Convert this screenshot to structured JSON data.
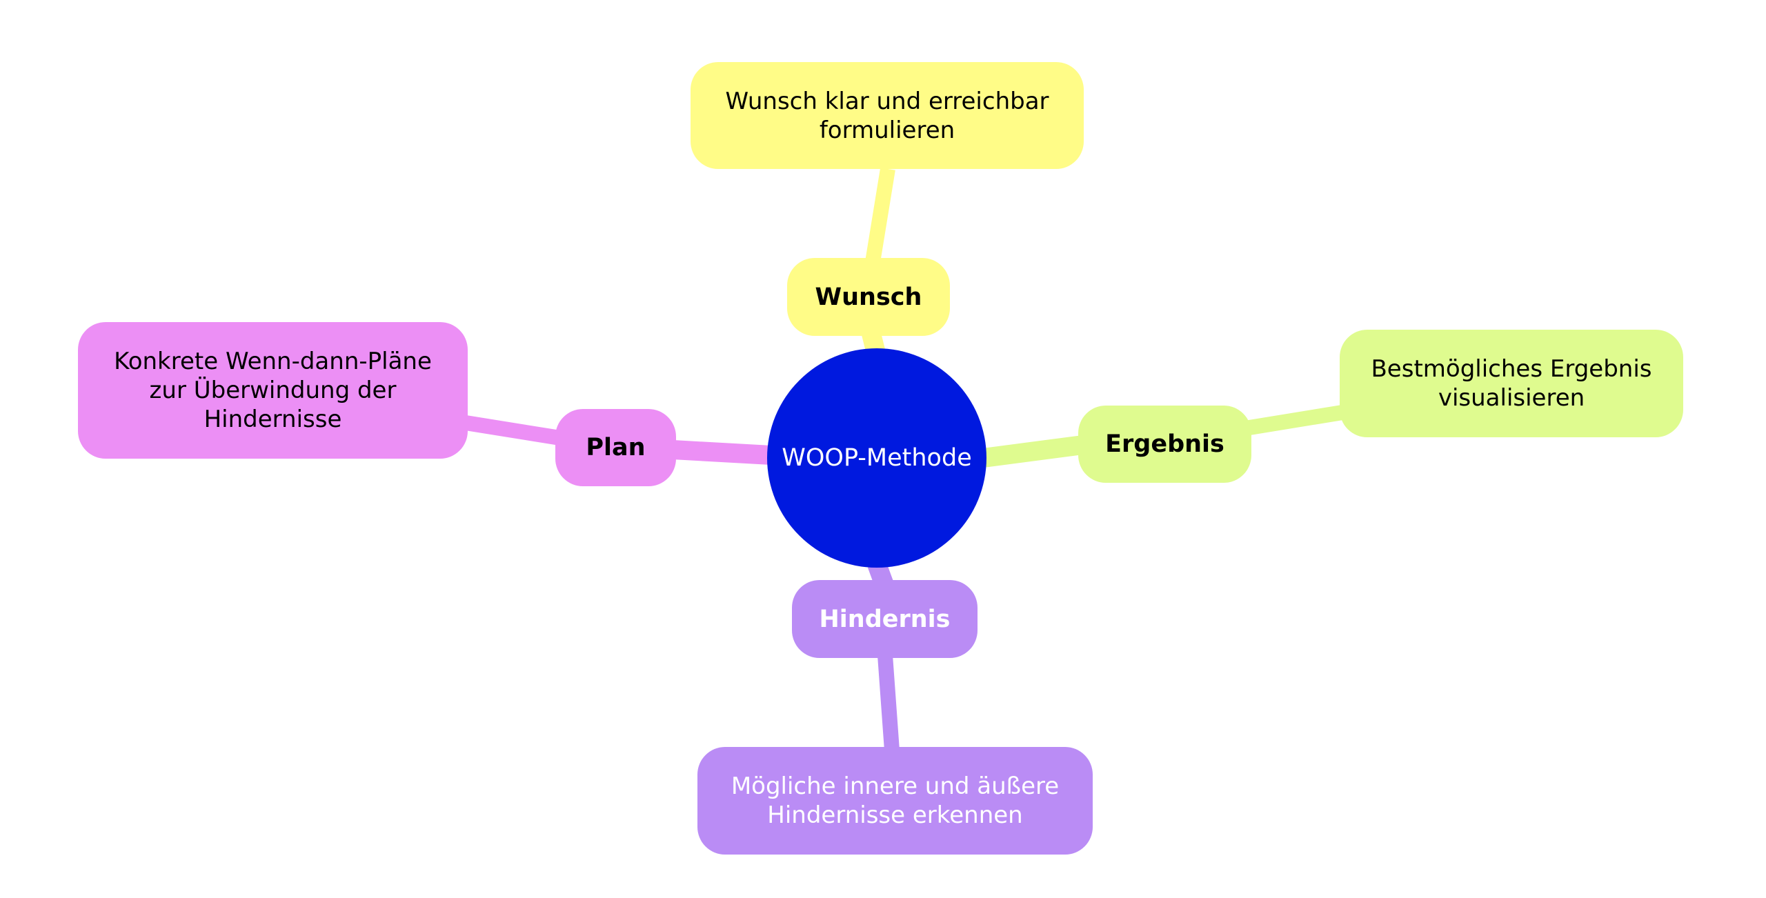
{
  "colors": {
    "root": "#0019df",
    "wunsch": "#fffc87",
    "ergebnis": "#dffb8f",
    "plan": "#ec8ff5",
    "hindernis": "#ba8cf5"
  },
  "root": {
    "label": "WOOP-Methode"
  },
  "branches": {
    "wunsch": {
      "label": "Wunsch",
      "detail": "Wunsch klar und erreichbar formulieren"
    },
    "ergebnis": {
      "label": "Ergebnis",
      "detail": "Bestmögliches Ergebnis visualisieren"
    },
    "hindernis": {
      "label": "Hindernis",
      "detail": "Mögliche innere und äußere Hindernisse erkennen"
    },
    "plan": {
      "label": "Plan",
      "detail": "Konkrete Wenn-dann-Pläne zur Überwindung der Hindernisse"
    }
  }
}
